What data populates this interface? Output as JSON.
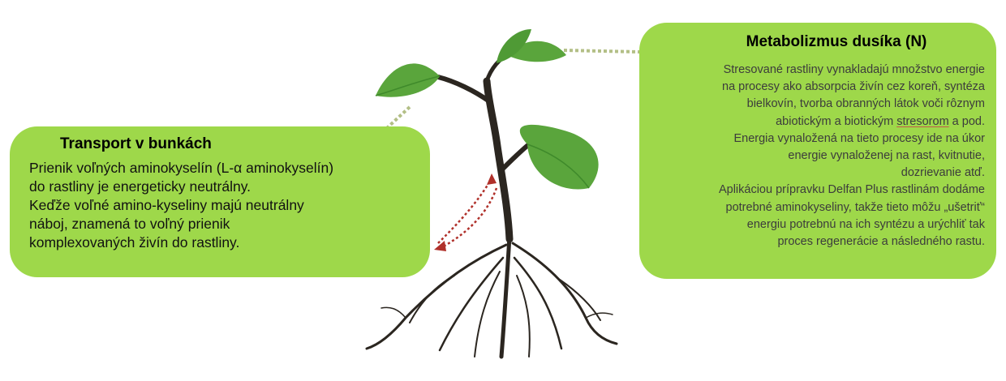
{
  "boxes": {
    "left": {
      "title": "Transport v bunkách",
      "lines": [
        "Prienik voľných aminokyselín (L-α aminokyselín)",
        "do rastliny je energeticky neutrálny.",
        "Keďže voľné amino-kyseliny majú neutrálny",
        "náboj, znamená to voľný prienik",
        "komplexovaných živín do rastliny."
      ]
    },
    "right": {
      "title": "Metabolizmus dusíka (N)",
      "lines": [
        "Stresované rastliny vynakladajú množstvo energie",
        "na procesy ako absorpcia živín cez koreň, syntéza",
        "bielkovín, tvorba obranných látok voči rôznym",
        "abiotickým a biotickým",
        "stresorom",
        " a pod.",
        "Energia vynaložená na tieto procesy ide na úkor",
        "energie vynaloženej na rast, kvitnutie,",
        "dozrievanie atď.",
        "Aplikáciou prípravku Delfan Plus rastlinám dodáme",
        "potrebné aminokyseliny, takže tieto môžu „ušetriť“",
        "energiu potrebnú na ich syntézu a urýchliť tak",
        "proces regenerácie a následného rastu."
      ]
    }
  },
  "colors": {
    "box_fill": "#9ed84a",
    "leaf": "#5aa53c",
    "stem": "#2b2620",
    "connector": "#b3bf86",
    "arrow": "#b0302a"
  }
}
